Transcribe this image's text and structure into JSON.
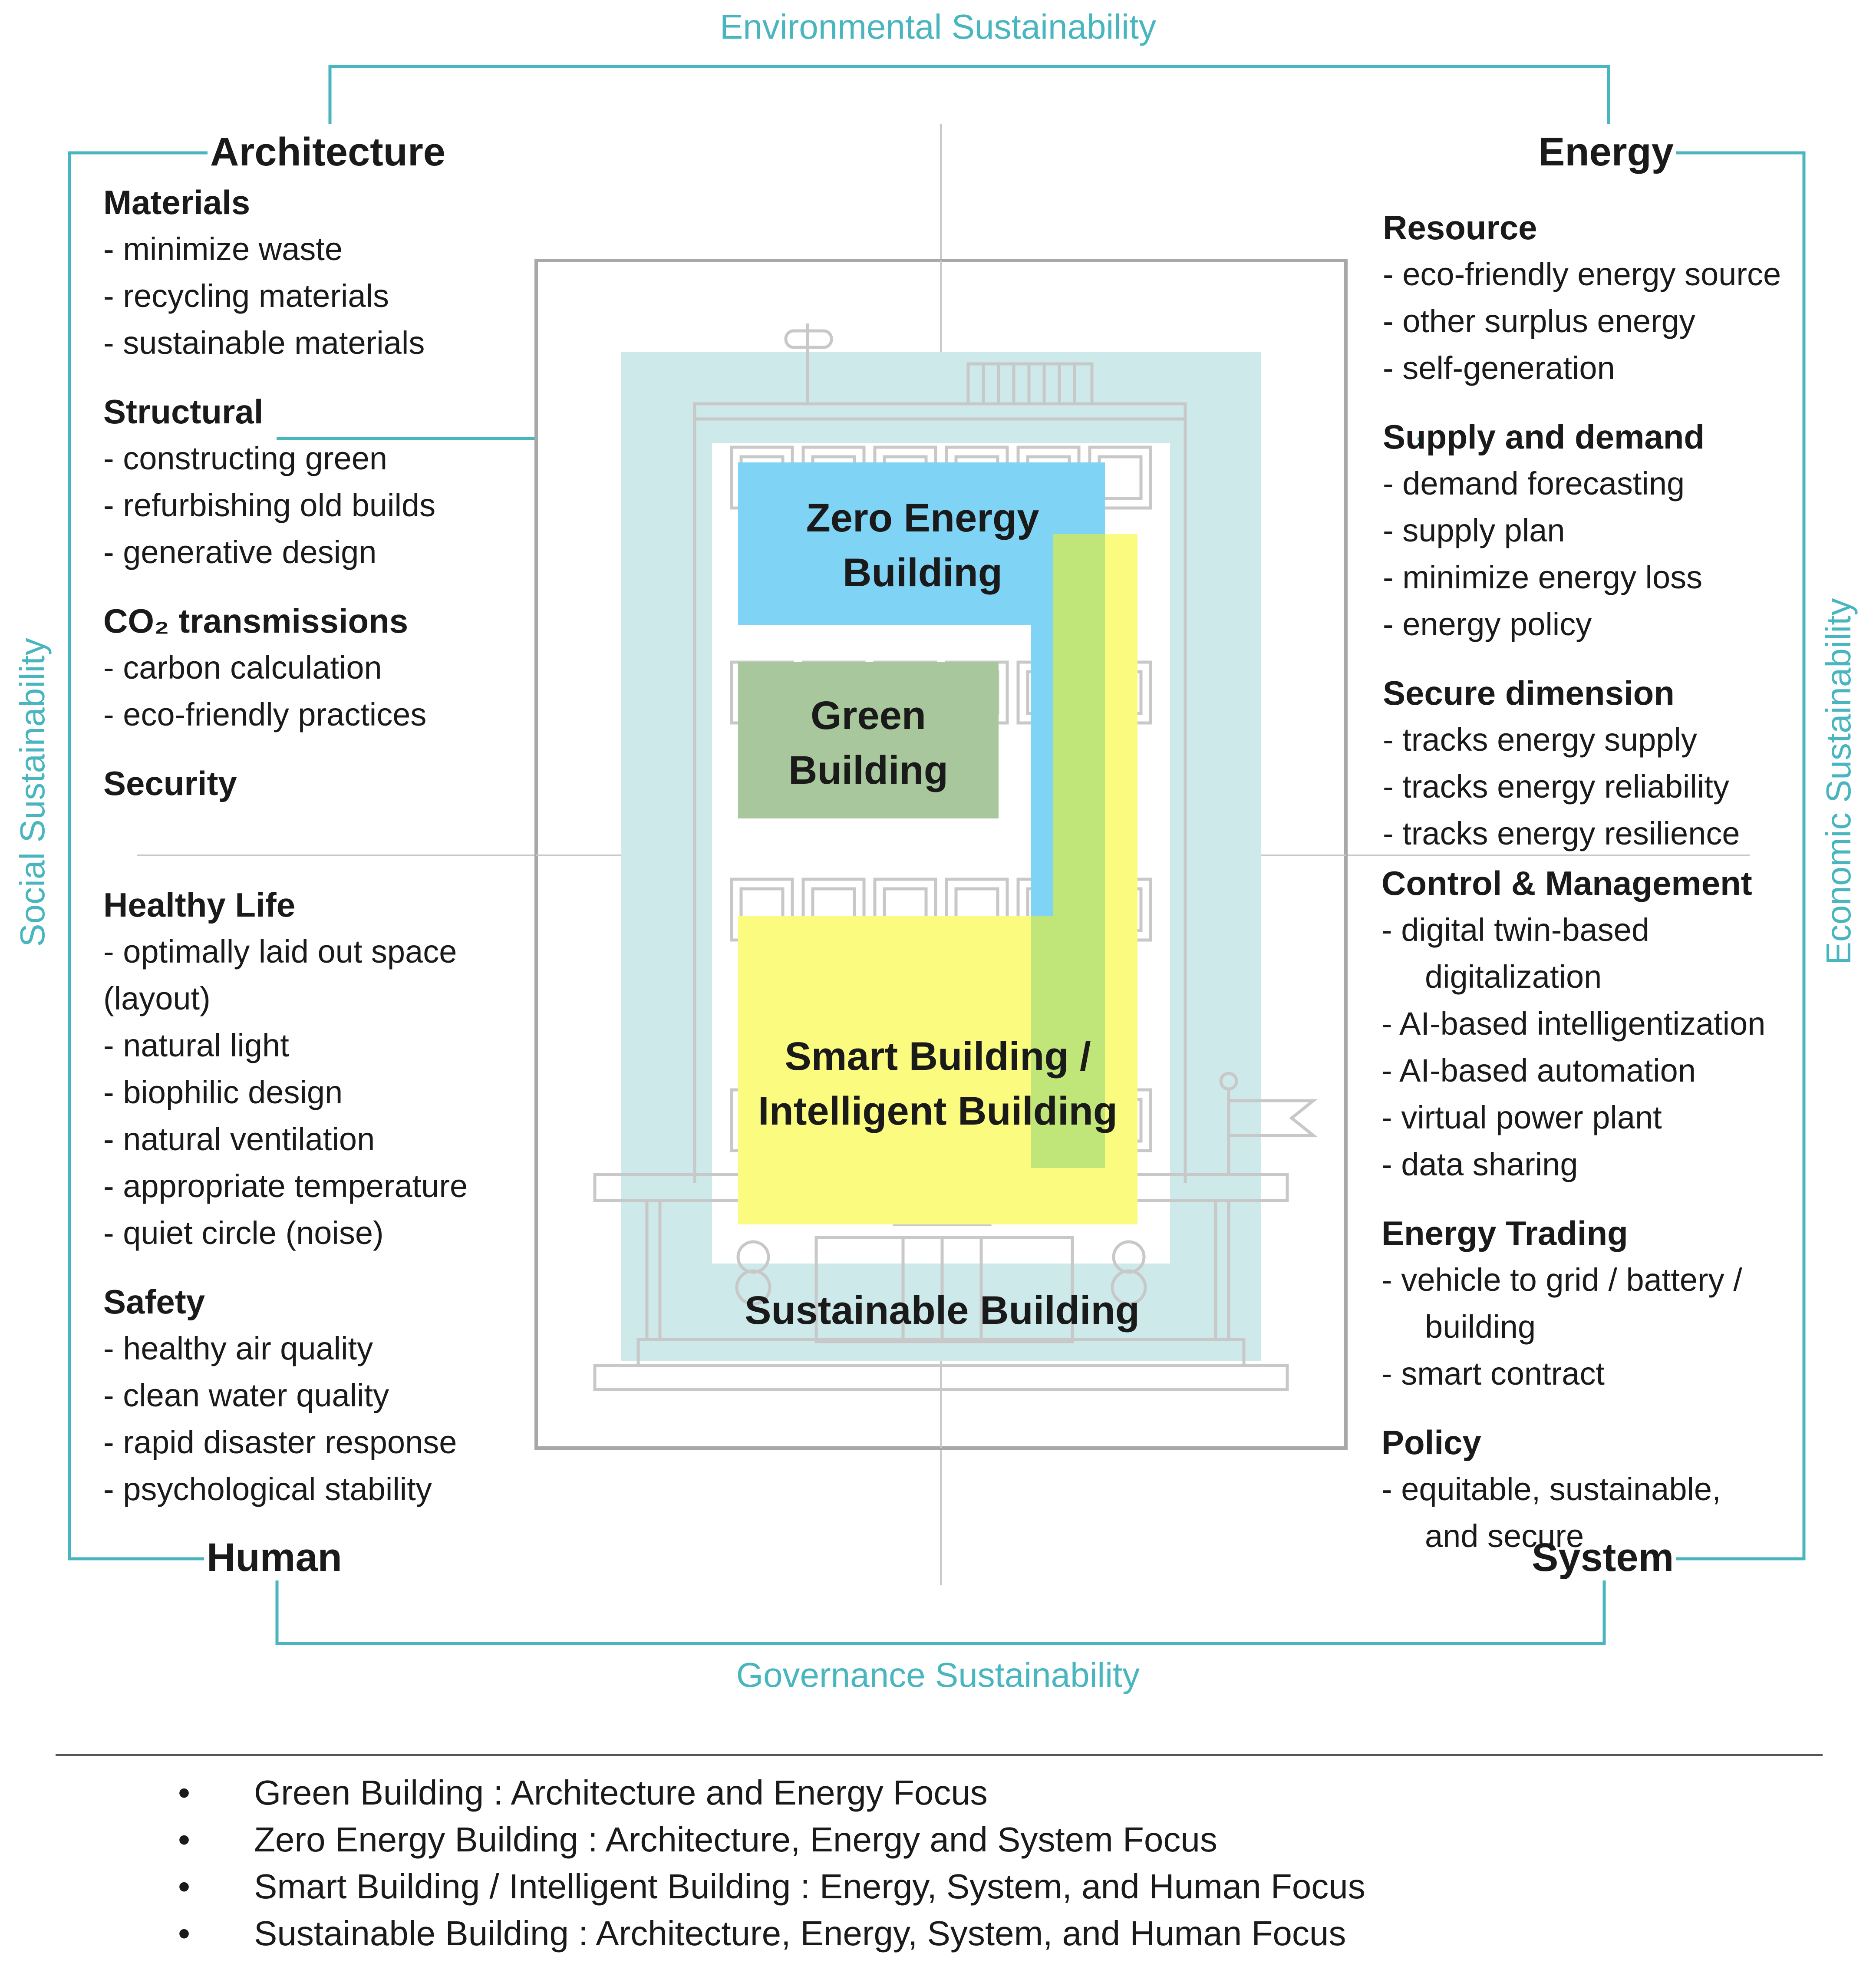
{
  "sustainability": {
    "environmental": "Environmental Sustainability",
    "economic": "Economic Sustainability",
    "governance": "Governance Sustainability",
    "social": "Social Sustainability"
  },
  "corners": {
    "architecture": "Architecture",
    "energy": "Energy",
    "human": "Human",
    "system": "System"
  },
  "architecture_sections": [
    {
      "title": "Materials",
      "items": [
        "- minimize waste",
        "- recycling materials",
        "- sustainable materials"
      ]
    },
    {
      "title": "Structural",
      "items": [
        "- constructing green",
        "- refurbishing old builds",
        "- generative design"
      ]
    },
    {
      "title": "CO₂ transmissions",
      "items": [
        "- carbon calculation",
        "- eco-friendly practices"
      ]
    },
    {
      "title": "Security",
      "items": []
    }
  ],
  "human_sections": [
    {
      "title": "Healthy Life",
      "items": [
        "- optimally laid out space",
        " (layout)",
        "- natural light",
        "- biophilic design",
        "- natural ventilation",
        "- appropriate temperature",
        "- quiet circle (noise)"
      ]
    },
    {
      "title": "Safety",
      "items": [
        "- healthy air quality",
        "- clean water quality",
        "- rapid disaster response",
        "- psychological stability"
      ]
    }
  ],
  "energy_sections": [
    {
      "title": "Resource",
      "items": [
        "- eco-friendly energy  source",
        "- other surplus energy",
        "- self-generation"
      ]
    },
    {
      "title": "Supply and demand",
      "items": [
        "- demand forecasting",
        "- supply plan",
        "- minimize energy loss",
        "- energy policy"
      ]
    },
    {
      "title": "Secure dimension",
      "items": [
        "- tracks energy supply",
        "- tracks energy reliability",
        "- tracks energy resilience"
      ]
    }
  ],
  "system_sections": [
    {
      "title": "Control & Management",
      "items": [
        "- digital twin-based",
        "digitalization",
        "- AI-based intelligentization",
        "- AI-based automation",
        "- virtual power plant",
        "- data sharing"
      ]
    },
    {
      "title": "Energy Trading",
      "items": [
        "- vehicle to grid / battery /",
        "building",
        "- smart contract"
      ]
    },
    {
      "title": "Policy",
      "items": [
        "- equitable, sustainable,",
        "and secure"
      ]
    }
  ],
  "buildings": {
    "zero_energy": [
      "Zero Energy",
      "Building"
    ],
    "green": [
      "Green",
      "Building"
    ],
    "smart": [
      "Smart Building /",
      "Intelligent Building"
    ],
    "sustainable": "Sustainable Building"
  },
  "legend": {
    "bullet": "•",
    "items": [
      "Green Building : Architecture and Energy Focus",
      "Zero Energy Building : Architecture, Energy and System Focus",
      "Smart Building / Intelligent Building : Energy, System, and Human Focus",
      "Sustainable Building : Architecture, Energy, System, and Human Focus"
    ]
  },
  "colors": {
    "teal": "#49b6bf",
    "sustainable": "#cde9ea",
    "zero_energy": "#7fd3f5",
    "green": "#a9c79d",
    "smart": "#fbfc7f",
    "smart_overlap": "#c0e578",
    "outline": "#c8c8c8"
  }
}
